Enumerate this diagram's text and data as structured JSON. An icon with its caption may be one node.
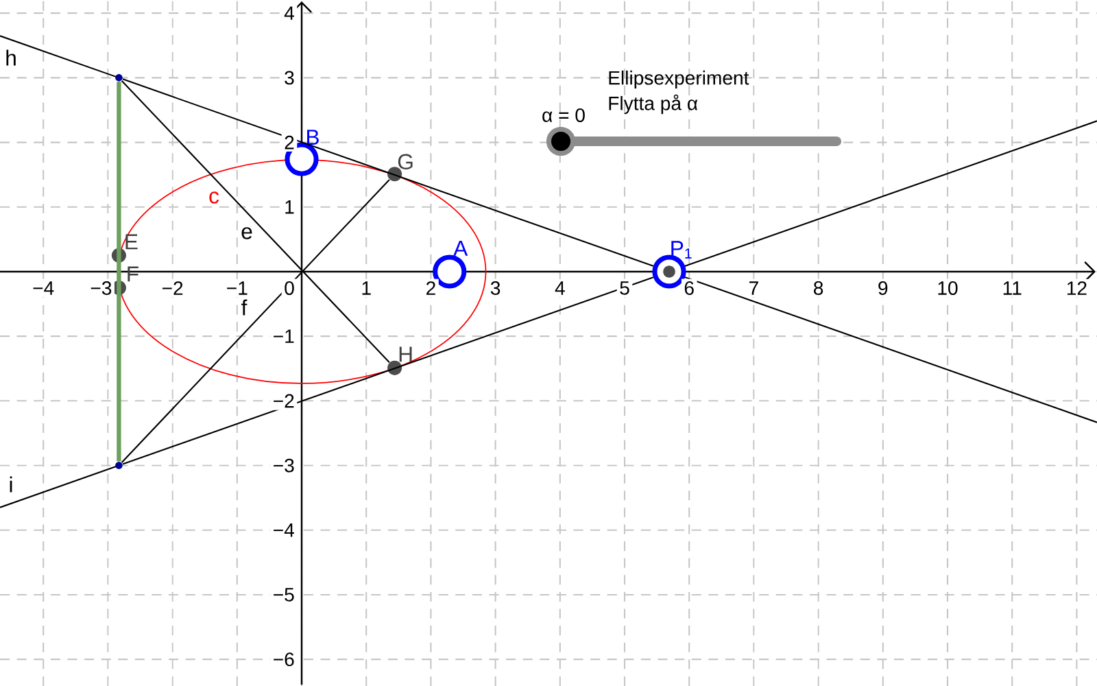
{
  "diagram": {
    "title": "Ellipsexperiment",
    "nodes": [
      {
        "text": [
          "B"
        ]
      },
      {
        "text": [
          "G"
        ]
      },
      {
        "text": [
          "E"
        ]
      },
      {
        "text": [
          "A"
        ]
      },
      {
        "text": [
          "F"
        ]
      },
      {
        "text": [
          "P$_{1}$"
        ]
      },
      {
        "text": [
          "H"
        ]
      },
      {
        "text": [],
        "shape": "circle"
      },
      {
        "text": [],
        "shape": "circle"
      }
    ],
    "edges": [
      {
        "from": 7,
        "to": 5,
        "arrow": "none"
      },
      {
        "from": 8,
        "to": 5,
        "arrow": "none"
      },
      {
        "from": 7,
        "to": 6,
        "arrow": "none"
      },
      {
        "from": 8,
        "to": 1,
        "arrow": "none"
      },
      {
        "from": 7,
        "to": 8,
        "arrow": "none",
        "style": "thick",
        "color": "#6d9f5e"
      }
    ],
    "labels": [
      "Flytta på α",
      "α = 0",
      "h",
      "c",
      "e",
      "f",
      "i",
      "4",
      "3",
      "2",
      "1",
      "−1",
      "−2",
      "−3",
      "−4",
      "−5",
      "−6",
      "−4",
      "−3",
      "−2",
      "−1",
      "0",
      "1",
      "2",
      "3",
      "4",
      "5",
      "6",
      "7",
      "8",
      "9",
      "10",
      "11",
      "12"
    ]
  }
}
